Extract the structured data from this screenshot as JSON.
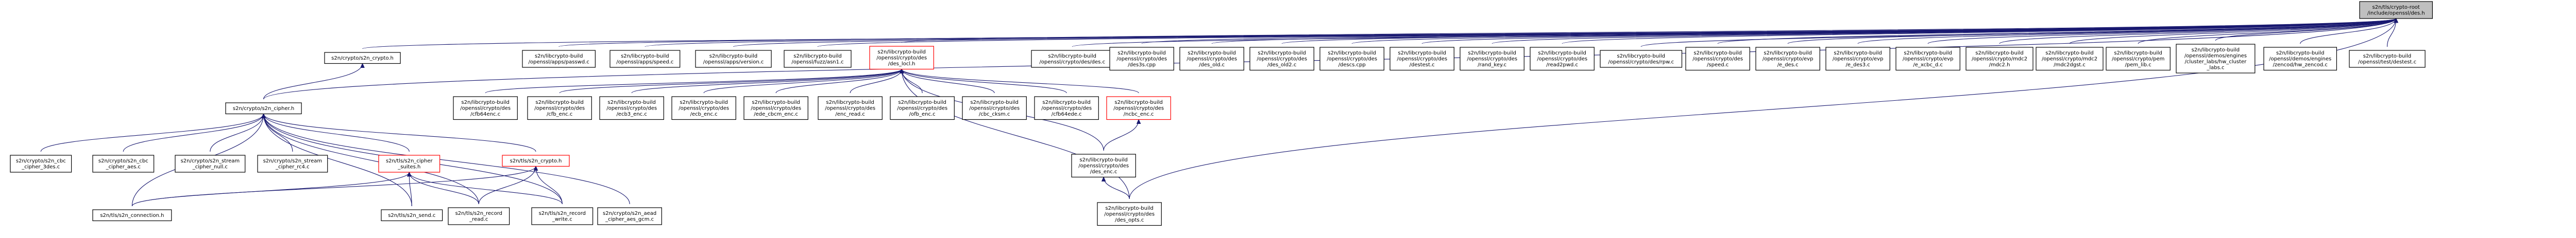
{
  "graph": {
    "kind": "include-dependency-graph",
    "nodes": [
      {
        "id": "root",
        "style": "root",
        "lines": [
          "s2n/tls/crypto-root",
          "/include/openssl/des.h"
        ]
      },
      {
        "id": "s2n_crypto_h",
        "style": "normal",
        "lines": [
          "s2n/crypto/s2n_crypto.h"
        ]
      },
      {
        "id": "apps_passwd",
        "style": "normal",
        "lines": [
          "s2n/libcrypto-build",
          "/openssl/apps/passwd.c"
        ]
      },
      {
        "id": "apps_speed",
        "style": "normal",
        "lines": [
          "s2n/libcrypto-build",
          "/openssl/apps/speed.c"
        ]
      },
      {
        "id": "apps_version",
        "style": "normal",
        "lines": [
          "s2n/libcrypto-build",
          "/openssl/apps/version.c"
        ]
      },
      {
        "id": "fuzz_asn1",
        "style": "normal",
        "lines": [
          "s2n/libcrypto-build",
          "/openssl/fuzz/asn1.c"
        ]
      },
      {
        "id": "des_locl",
        "style": "red",
        "lines": [
          "s2n/libcrypto-build",
          "/openssl/crypto/des",
          "/des_locl.h"
        ]
      },
      {
        "id": "crypto_desdes",
        "style": "normal",
        "lines": [
          "s2n/libcrypto-build",
          "/openssl/crypto/des/des.c"
        ]
      },
      {
        "id": "des_cpp",
        "style": "normal",
        "lines": [
          "s2n/libcrypto-build",
          "/openssl/crypto/des",
          "/des3s.cpp"
        ]
      },
      {
        "id": "des_old",
        "style": "normal",
        "lines": [
          "s2n/libcrypto-build",
          "/openssl/crypto/des",
          "/des_old.c"
        ]
      },
      {
        "id": "des_old2",
        "style": "normal",
        "lines": [
          "s2n/libcrypto-build",
          "/openssl/crypto/des",
          "/des_old2.c"
        ]
      },
      {
        "id": "descpp",
        "style": "normal",
        "lines": [
          "s2n/libcrypto-build",
          "/openssl/crypto/des",
          "/descs.cpp"
        ]
      },
      {
        "id": "destest",
        "style": "normal",
        "lines": [
          "s2n/libcrypto-build",
          "/openssl/crypto/des",
          "/destest.c"
        ]
      },
      {
        "id": "rand_key",
        "style": "normal",
        "lines": [
          "s2n/libcrypto-build",
          "/openssl/crypto/des",
          "/rand_key.c"
        ]
      },
      {
        "id": "read2pwd",
        "style": "normal",
        "lines": [
          "s2n/libcrypto-build",
          "/openssl/crypto/des",
          "/read2pwd.c"
        ]
      },
      {
        "id": "rpw",
        "style": "normal",
        "lines": [
          "s2n/libcrypto-build",
          "/openssl/crypto/des/rpw.c"
        ]
      },
      {
        "id": "speed",
        "style": "normal",
        "lines": [
          "s2n/libcrypto-build",
          "/openssl/crypto/des",
          "/speed.c"
        ]
      },
      {
        "id": "e_des",
        "style": "normal",
        "lines": [
          "s2n/libcrypto-build",
          "/openssl/crypto/evp",
          "/e_des.c"
        ]
      },
      {
        "id": "e_des3",
        "style": "normal",
        "lines": [
          "s2n/libcrypto-build",
          "/openssl/crypto/evp",
          "/e_des3.c"
        ]
      },
      {
        "id": "e_xcbc_d",
        "style": "normal",
        "lines": [
          "s2n/libcrypto-build",
          "/openssl/crypto/evp",
          "/e_xcbc_d.c"
        ]
      },
      {
        "id": "mdc2_h",
        "style": "normal",
        "lines": [
          "s2n/libcrypto-build",
          "/openssl/crypto/mdc2",
          "/mdc2.h"
        ]
      },
      {
        "id": "mdc2dgst",
        "style": "normal",
        "lines": [
          "s2n/libcrypto-build",
          "/openssl/crypto/mdc2",
          "/mdc2dgst.c"
        ]
      },
      {
        "id": "pem_lib",
        "style": "normal",
        "lines": [
          "s2n/libcrypto-build",
          "/openssl/crypto/pem",
          "/pem_lib.c"
        ]
      },
      {
        "id": "cluster_labs",
        "style": "normal",
        "lines": [
          "s2n/libcrypto-build",
          "/openssl/demos/engines",
          "/cluster_labs/hw_cluster",
          "_labs.c"
        ]
      },
      {
        "id": "zencod",
        "style": "normal",
        "lines": [
          "s2n/libcrypto-build",
          "/openssl/demos/engines",
          "/zencod/hw_zencod.c"
        ]
      },
      {
        "id": "test_destest",
        "style": "normal",
        "lines": [
          "s2n/libcrypto-build",
          "/openssl/test/destest.c"
        ]
      },
      {
        "id": "s2n_cipher_h",
        "style": "normal",
        "lines": [
          "s2n/crypto/s2n_cipher.h"
        ]
      },
      {
        "id": "cfb64enc",
        "style": "normal",
        "lines": [
          "s2n/libcrypto-build",
          "/openssl/crypto/des",
          "/cfb64enc.c"
        ]
      },
      {
        "id": "cfb_enc",
        "style": "normal",
        "lines": [
          "s2n/libcrypto-build",
          "/openssl/crypto/des",
          "/cfb_enc.c"
        ]
      },
      {
        "id": "ecb3_enc",
        "style": "normal",
        "lines": [
          "s2n/libcrypto-build",
          "/openssl/crypto/des",
          "/ecb3_enc.c"
        ]
      },
      {
        "id": "ecb_enc",
        "style": "normal",
        "lines": [
          "s2n/libcrypto-build",
          "/openssl/crypto/des",
          "/ecb_enc.c"
        ]
      },
      {
        "id": "ede_cbcm",
        "style": "normal",
        "lines": [
          "s2n/libcrypto-build",
          "/openssl/crypto/des",
          "/ede_cbcm_enc.c"
        ]
      },
      {
        "id": "enc_read",
        "style": "normal",
        "lines": [
          "s2n/libcrypto-build",
          "/openssl/crypto/des",
          "/enc_read.c"
        ]
      },
      {
        "id": "ofb_enc",
        "style": "normal",
        "lines": [
          "s2n/libcrypto-build",
          "/openssl/crypto/des",
          "/ofb_enc.c"
        ]
      },
      {
        "id": "cbc_cksm",
        "style": "normal",
        "lines": [
          "s2n/libcrypto-build",
          "/openssl/crypto/des",
          "/cbc_cksm.c"
        ]
      },
      {
        "id": "cfb64ede",
        "style": "normal",
        "lines": [
          "s2n/libcrypto-build",
          "/openssl/crypto/des",
          "/cfb64ede.c"
        ]
      },
      {
        "id": "ncbc_enc",
        "style": "red",
        "lines": [
          "s2n/libcrypto-build",
          "/openssl/crypto/des",
          "/ncbc_enc.c"
        ]
      },
      {
        "id": "cbc_3des",
        "style": "normal",
        "lines": [
          "s2n/crypto/s2n_cbc",
          "_cipher_3des.c"
        ]
      },
      {
        "id": "cbc_aes",
        "style": "normal",
        "lines": [
          "s2n/crypto/s2n_cbc",
          "_cipher_aes.c"
        ]
      },
      {
        "id": "stream_null",
        "style": "normal",
        "lines": [
          "s2n/crypto/s2n_stream",
          "_cipher_null.c"
        ]
      },
      {
        "id": "stream_rc4",
        "style": "normal",
        "lines": [
          "s2n/crypto/s2n_stream",
          "_cipher_rc4.c"
        ]
      },
      {
        "id": "cipher_suites",
        "style": "red",
        "lines": [
          "s2n/tls/s2n_cipher",
          "_suites.h"
        ]
      },
      {
        "id": "tls_crypto_h",
        "style": "red",
        "lines": [
          "s2n/tls/s2n_crypto.h"
        ]
      },
      {
        "id": "des_enc",
        "style": "normal",
        "lines": [
          "s2n/libcrypto-build",
          "/openssl/crypto/des",
          "/des_enc.c"
        ]
      },
      {
        "id": "des_opts",
        "style": "normal",
        "lines": [
          "s2n/libcrypto-build",
          "/openssl/crypto/des",
          "/des_opts.c"
        ]
      },
      {
        "id": "connection_h",
        "style": "normal",
        "lines": [
          "s2n/tls/s2n_connection.h"
        ]
      },
      {
        "id": "tls_send",
        "style": "normal",
        "lines": [
          "s2n/tls/s2n_send.c"
        ]
      },
      {
        "id": "record_read",
        "style": "normal",
        "lines": [
          "s2n/tls/s2n_record",
          "_read.c"
        ]
      },
      {
        "id": "record_write",
        "style": "normal",
        "lines": [
          "s2n/tls/s2n_record",
          "_write.c"
        ]
      },
      {
        "id": "aead_gcm",
        "style": "normal",
        "lines": [
          "s2n/crypto/s2n_aead",
          "_cipher_aes_gcm.c"
        ]
      }
    ],
    "edges": [
      [
        "root",
        "s2n_crypto_h"
      ],
      [
        "root",
        "s2n_cipher_h"
      ],
      [
        "root",
        "apps_passwd"
      ],
      [
        "root",
        "apps_speed"
      ],
      [
        "root",
        "apps_version"
      ],
      [
        "root",
        "fuzz_asn1"
      ],
      [
        "root",
        "des_locl"
      ],
      [
        "root",
        "crypto_desdes"
      ],
      [
        "root",
        "des_cpp"
      ],
      [
        "root",
        "des_old"
      ],
      [
        "root",
        "des_old2"
      ],
      [
        "root",
        "descpp"
      ],
      [
        "root",
        "destest"
      ],
      [
        "root",
        "rand_key"
      ],
      [
        "root",
        "read2pwd"
      ],
      [
        "root",
        "rpw"
      ],
      [
        "root",
        "speed"
      ],
      [
        "root",
        "e_des"
      ],
      [
        "root",
        "e_des3"
      ],
      [
        "root",
        "e_xcbc_d"
      ],
      [
        "root",
        "mdc2_h"
      ],
      [
        "root",
        "mdc2dgst"
      ],
      [
        "root",
        "pem_lib"
      ],
      [
        "root",
        "cluster_labs"
      ],
      [
        "root",
        "zencod"
      ],
      [
        "root",
        "test_destest"
      ],
      [
        "root",
        "des_opts"
      ],
      [
        "s2n_crypto_h",
        "s2n_cipher_h"
      ],
      [
        "s2n_cipher_h",
        "cbc_3des"
      ],
      [
        "s2n_cipher_h",
        "cbc_aes"
      ],
      [
        "s2n_cipher_h",
        "stream_null"
      ],
      [
        "s2n_cipher_h",
        "stream_rc4"
      ],
      [
        "s2n_cipher_h",
        "cipher_suites"
      ],
      [
        "s2n_cipher_h",
        "tls_crypto_h"
      ],
      [
        "s2n_cipher_h",
        "connection_h"
      ],
      [
        "s2n_cipher_h",
        "tls_send"
      ],
      [
        "s2n_cipher_h",
        "record_read"
      ],
      [
        "s2n_cipher_h",
        "record_write"
      ],
      [
        "s2n_cipher_h",
        "aead_gcm"
      ],
      [
        "des_locl",
        "cfb64enc"
      ],
      [
        "des_locl",
        "cfb_enc"
      ],
      [
        "des_locl",
        "ecb3_enc"
      ],
      [
        "des_locl",
        "ecb_enc"
      ],
      [
        "des_locl",
        "ede_cbcm"
      ],
      [
        "des_locl",
        "enc_read"
      ],
      [
        "des_locl",
        "ofb_enc"
      ],
      [
        "des_locl",
        "cbc_cksm"
      ],
      [
        "des_locl",
        "cfb64ede"
      ],
      [
        "des_locl",
        "ncbc_enc"
      ],
      [
        "des_locl",
        "des_enc"
      ],
      [
        "des_locl",
        "des_opts"
      ],
      [
        "ncbc_enc",
        "des_enc"
      ],
      [
        "des_enc",
        "des_opts"
      ],
      [
        "cipher_suites",
        "connection_h"
      ],
      [
        "cipher_suites",
        "tls_send"
      ],
      [
        "cipher_suites",
        "record_read"
      ],
      [
        "cipher_suites",
        "record_write"
      ],
      [
        "tls_crypto_h",
        "connection_h"
      ],
      [
        "tls_crypto_h",
        "record_read"
      ],
      [
        "tls_crypto_h",
        "record_write"
      ]
    ]
  }
}
